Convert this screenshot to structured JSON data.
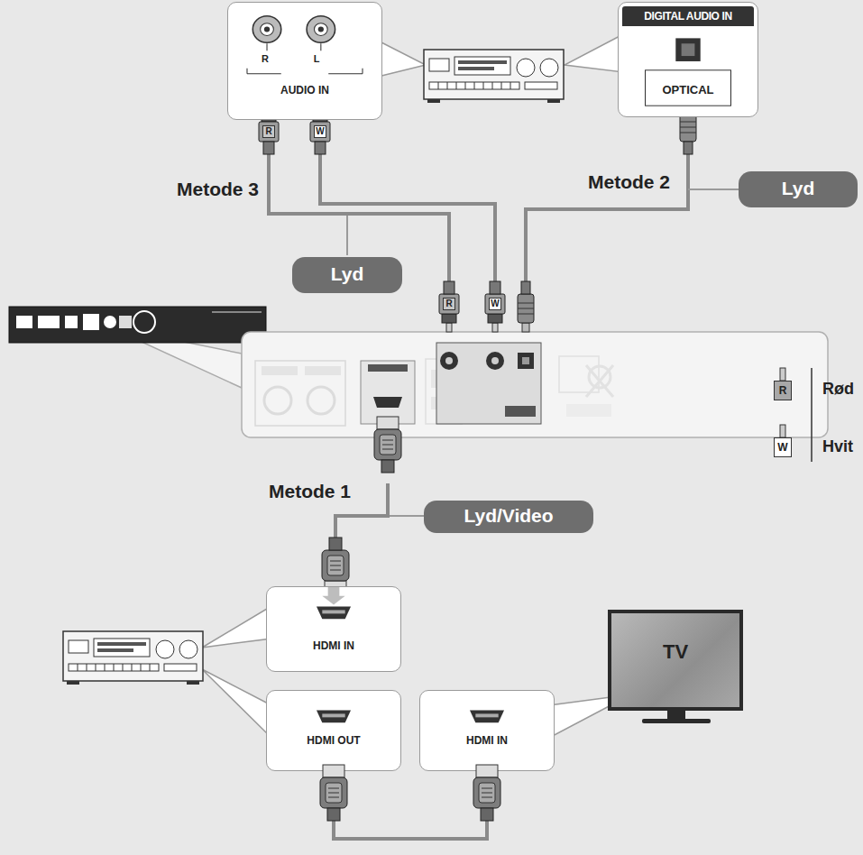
{
  "diagram": {
    "nodes": [
      {
        "text": [
          "R",
          "L",
          "AUDIO IN"
        ]
      },
      {
        "text": [
          "DIGITAL AUDIO IN",
          "OPTICAL"
        ]
      },
      {
        "text": [
          "Lyd"
        ]
      },
      {
        "text": [
          "Lyd"
        ]
      },
      {
        "text": [
          "Lyd/Video"
        ]
      },
      {
        "text": [
          "HDMI IN"
        ]
      },
      {
        "text": [
          "TV"
        ]
      },
      {
        "text": [
          "HDMI OUT"
        ]
      },
      {
        "text": [
          "HDMI IN"
        ]
      }
    ],
    "edges": [
      {
        "from": 7,
        "to": 8,
        "arrow": "none"
      }
    ],
    "labels": [
      "Metode 3",
      "Metode 2",
      "Metode 1",
      "R",
      "W",
      "R",
      "W",
      "R",
      "W"
    ],
    "legend": [
      {
        "text": "Rød"
      },
      {
        "text": "Hvit"
      }
    ]
  }
}
